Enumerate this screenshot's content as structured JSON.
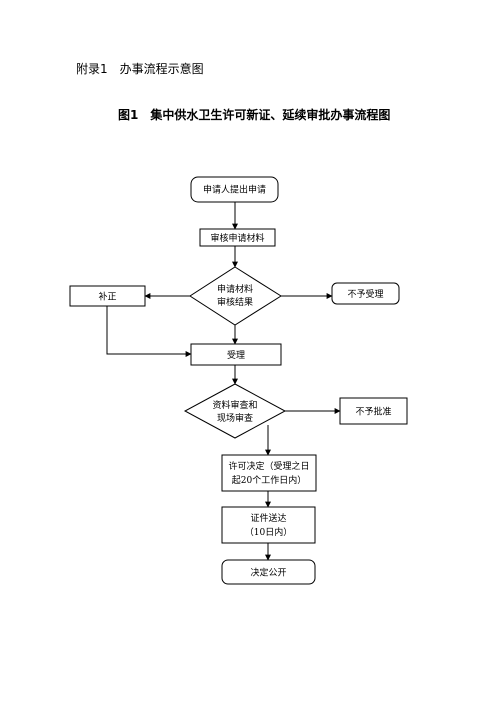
{
  "header": {
    "appendix_label": "附录1　办事流程示意图",
    "figure_title": "图1　集中供水卫生许可新证、延续审批办事流程图"
  },
  "flowchart": {
    "nodes": {
      "apply": {
        "lines": [
          "申请人提出申请"
        ]
      },
      "review_materials": {
        "lines": [
          "审核申请材料"
        ]
      },
      "review_result": {
        "lines": [
          "申请材料",
          "审核结果"
        ]
      },
      "supplement": {
        "lines": [
          "补正"
        ]
      },
      "not_accepted": {
        "lines": [
          "不予受理"
        ]
      },
      "accept": {
        "lines": [
          "受理"
        ]
      },
      "inspection": {
        "lines": [
          "资料审查和",
          "现场审查"
        ]
      },
      "not_approved": {
        "lines": [
          "不予批准"
        ]
      },
      "decision": {
        "lines": [
          "许可决定（受理之日",
          "起20个工作日内）"
        ]
      },
      "delivery": {
        "lines": [
          "证件送达",
          "（10日内）"
        ]
      },
      "publish": {
        "lines": [
          "决定公开"
        ]
      }
    }
  }
}
